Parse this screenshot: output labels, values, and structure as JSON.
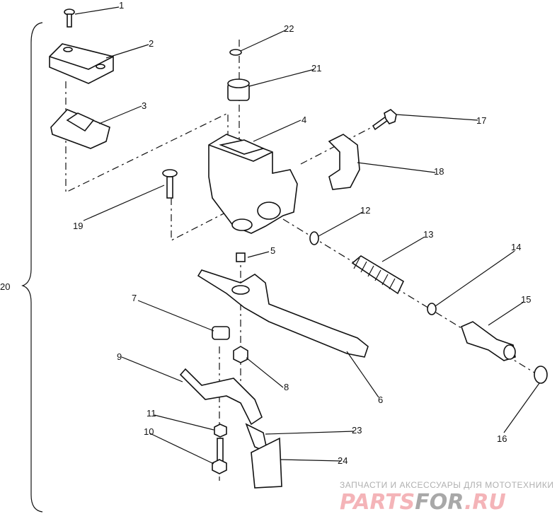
{
  "diagram": {
    "assembly_label": "20",
    "parts": [
      {
        "id": "1",
        "label": "1"
      },
      {
        "id": "2",
        "label": "2"
      },
      {
        "id": "3",
        "label": "3"
      },
      {
        "id": "4",
        "label": "4"
      },
      {
        "id": "5",
        "label": "5"
      },
      {
        "id": "6",
        "label": "6"
      },
      {
        "id": "7",
        "label": "7"
      },
      {
        "id": "8",
        "label": "8"
      },
      {
        "id": "9",
        "label": "9"
      },
      {
        "id": "10",
        "label": "10"
      },
      {
        "id": "11",
        "label": "11"
      },
      {
        "id": "12",
        "label": "12"
      },
      {
        "id": "13",
        "label": "13"
      },
      {
        "id": "14",
        "label": "14"
      },
      {
        "id": "15",
        "label": "15"
      },
      {
        "id": "16",
        "label": "16"
      },
      {
        "id": "17",
        "label": "17"
      },
      {
        "id": "18",
        "label": "18"
      },
      {
        "id": "19",
        "label": "19"
      },
      {
        "id": "21",
        "label": "21"
      },
      {
        "id": "22",
        "label": "22"
      },
      {
        "id": "23",
        "label": "23"
      },
      {
        "id": "24",
        "label": "24"
      }
    ]
  },
  "watermark": {
    "tagline": "ЗАПЧАСТИ И АКСЕССУАРЫ ДЛЯ МОТОТЕХНИКИ",
    "logo_part1": "PARTS",
    "logo_part2": "FOR",
    "logo_part3": ".RU",
    "colors": {
      "pink": "#f4b4b8",
      "gray": "#a8a8a8"
    }
  }
}
